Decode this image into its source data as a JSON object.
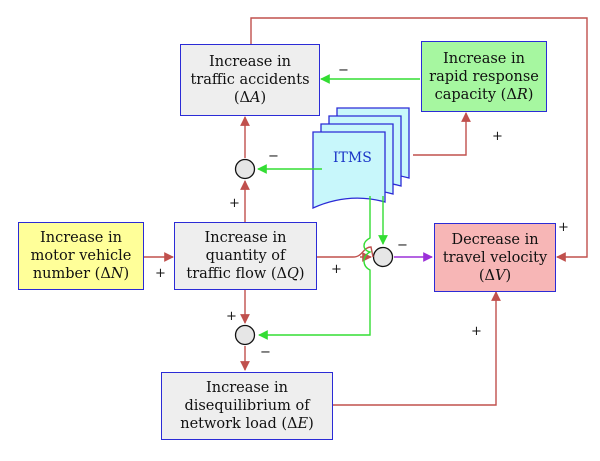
{
  "nodes": {
    "accidents": {
      "line1": "Increase in",
      "line2": "traffic accidents",
      "line3_pre": "(Δ",
      "line3_var": "A",
      "line3_post": ")",
      "fill": "#eeeeee"
    },
    "response": {
      "line1": "Increase in",
      "line2": "rapid response",
      "line3_pre": "capacity  (Δ",
      "line3_var": "R",
      "line3_post": ")",
      "fill": "#a6f7a0"
    },
    "vehicle": {
      "line1": "Increase in",
      "line2": "motor vehicle",
      "line3_pre": "number (Δ",
      "line3_var": "N",
      "line3_post": ")",
      "fill": "#ffff99"
    },
    "flow": {
      "line1": "Increase in",
      "line2": "quantity of",
      "line3_pre": "traffic flow (Δ",
      "line3_var": "Q",
      "line3_post": ")",
      "fill": "#eeeeee"
    },
    "velocity": {
      "line1": "Decrease in",
      "line2": "travel velocity",
      "line3_pre": "(Δ",
      "line3_var": "V",
      "line3_post": ")",
      "fill": "#f7b6b6"
    },
    "disequilibrium": {
      "line1": "Increase in",
      "line2": "disequilibrium of",
      "line3_pre": "network load (Δ",
      "line3_var": "E",
      "line3_post": ")",
      "fill": "#eeeeee"
    },
    "itms": {
      "label": "ITMS",
      "fill": "#c8f7fb"
    }
  },
  "signs": {
    "response_to_accidents": "−",
    "itms_to_response": "+",
    "itms_to_sum_top": "−",
    "flow_to_sum_top": "+",
    "vehicle_to_flow": "+",
    "flow_to_velocity": "+",
    "itms_to_sum_velocity": "−",
    "accidents_to_velocity": "+",
    "flow_to_sum_bottom": "+",
    "itms_to_sum_bottom": "−",
    "disequilibrium_to_velocity": "+"
  },
  "colors": {
    "box_border": "#2b2bd6",
    "positive_arrow": "#c0504d",
    "negative_arrow": "#33dd33",
    "output_arrow": "#9b30d8"
  }
}
